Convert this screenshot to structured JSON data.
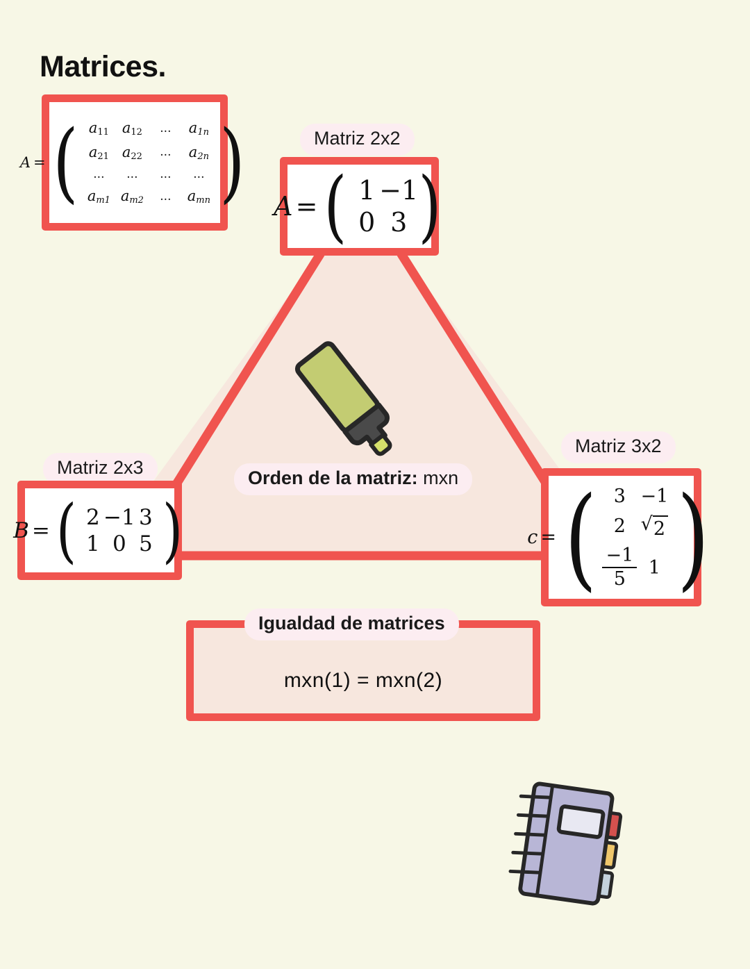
{
  "page": {
    "title": "Matrices.",
    "background_color": "#F7F7E6",
    "accent_color": "#F0544F",
    "panel_fill": "#F7E7DE",
    "label_fill": "#FCEDF1"
  },
  "general_matrix": {
    "name": "A",
    "equals": "=",
    "rows": [
      [
        "a11",
        "a12",
        "...",
        "a1n"
      ],
      [
        "a21",
        "a22",
        "...",
        "a2n"
      ],
      [
        "...",
        "...",
        "...",
        "..."
      ],
      [
        "am1",
        "am2",
        "...",
        "amn"
      ]
    ],
    "cells": {
      "r0": {
        "c0_base": "a",
        "c0_sub": "11",
        "c1_base": "a",
        "c1_sub": "12",
        "c2": "...",
        "c3_base": "a",
        "c3_sub": "1n"
      },
      "r1": {
        "c0_base": "a",
        "c0_sub": "21",
        "c1_base": "a",
        "c1_sub": "22",
        "c2": "...",
        "c3_base": "a",
        "c3_sub": "2n"
      },
      "r2": {
        "c0": "...",
        "c1": "...",
        "c2": "...",
        "c3": "..."
      },
      "r3": {
        "c0_base": "a",
        "c0_sub": "m1",
        "c1_base": "a",
        "c1_sub": "m2",
        "c2": "...",
        "c3_base": "a",
        "c3_sub": "mn"
      }
    }
  },
  "matrix_a": {
    "caption": "Matriz 2x2",
    "name": "A",
    "equals": "=",
    "rows": [
      [
        "1",
        "−1"
      ],
      [
        "0",
        "3"
      ]
    ]
  },
  "matrix_b": {
    "caption": "Matriz 2x3",
    "name": "B",
    "equals": "=",
    "rows": [
      [
        "2",
        "−1",
        "3"
      ],
      [
        "1",
        "0",
        "5"
      ]
    ]
  },
  "matrix_c": {
    "caption": "Matriz 3x2",
    "name": "c",
    "equals": "=",
    "r0c0": "3",
    "r0c1": "−1",
    "r1c0": "2",
    "r1c1_sqrt_symbol": "√",
    "r1c1_radicand": "2",
    "r2c0_numerator": "−1",
    "r2c0_denominator": "5",
    "r2c1": "1"
  },
  "order_label": {
    "bold_text": "Orden de la matriz:",
    "light_text": "mxn"
  },
  "equality_panel": {
    "caption": "Igualdad de matrices",
    "expression": "mxn(1) = mxn(2)"
  },
  "illustrations": {
    "highlighter": {
      "icon": "highlighter-marker-icon",
      "body_color": "#C3CC72",
      "cap_color": "#4A4A4A",
      "nib_color": "#D5E06B",
      "outline_color": "#272727"
    },
    "notebook": {
      "icon": "spiral-notebook-icon",
      "cover_color": "#B8B6D6",
      "label_color": "#E8E8F2",
      "outline_color": "#272727",
      "tab_colors": [
        "#D4514E",
        "#EFC76B",
        "#C4D2DC"
      ]
    }
  }
}
